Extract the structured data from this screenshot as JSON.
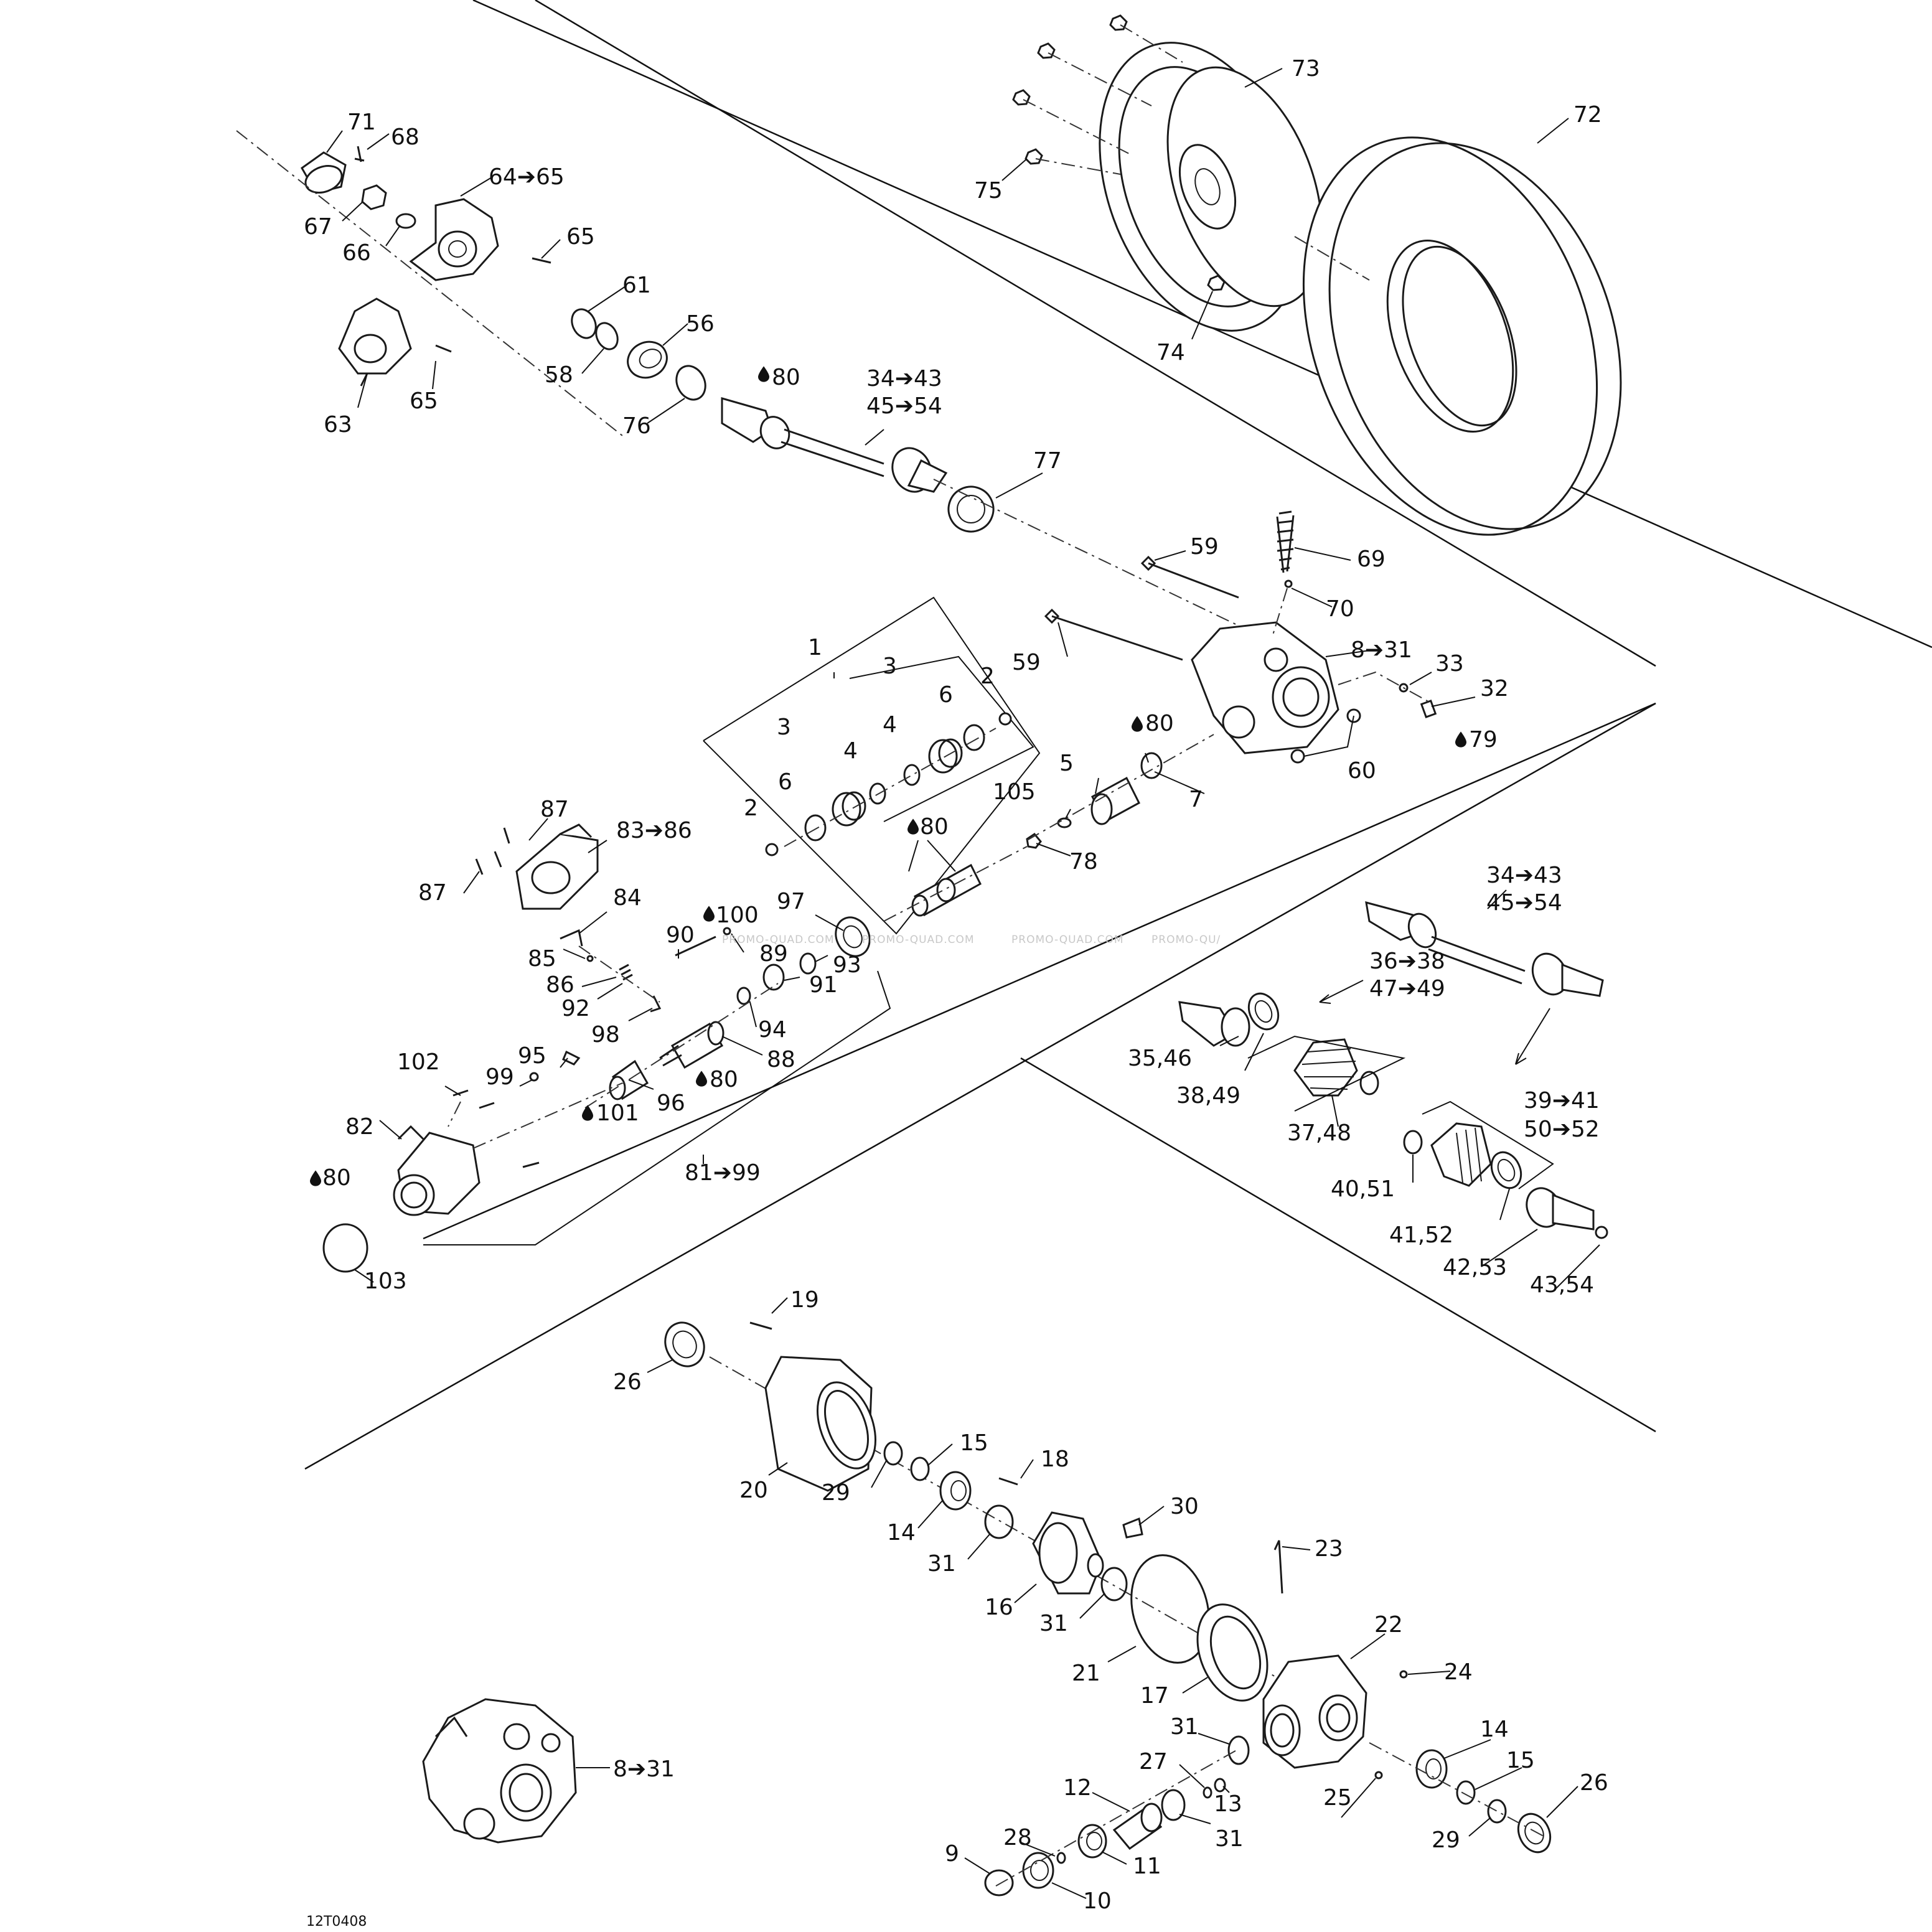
{
  "diagram_code": "12T0408",
  "watermark": [
    "PROMO-QUAD.COM",
    "PROMO-QUAD.COM",
    "PROMO-QUAD.COM",
    "PROMO-QU/"
  ],
  "callouts": {
    "c71": "71",
    "c68": "68",
    "c64_65": "64➔65",
    "c67": "67",
    "c66": "66",
    "c65a": "65",
    "c61": "61",
    "c56": "56",
    "c58": "58",
    "c65b": "65",
    "c63": "63",
    "c76": "76",
    "c80a": "80",
    "c34_43a": "34➔43",
    "c45_54a": "45➔54",
    "c77": "77",
    "c73": "73",
    "c72": "72",
    "c75": "75",
    "c74": "74",
    "c59a": "59",
    "c69": "69",
    "c70": "70",
    "c59b": "59",
    "c8_31a": "8➔31",
    "c33": "33",
    "c32": "32",
    "c79": "79",
    "c80b": "80",
    "c60": "60",
    "c7": "7",
    "c1": "1",
    "c3a": "3",
    "c2a": "2",
    "c6a": "6",
    "c3b": "3",
    "c4a": "4",
    "c4b": "4",
    "c6b": "6",
    "c2b": "2",
    "c5": "5",
    "c105": "105",
    "c78": "78",
    "c80c": "80",
    "c97": "97",
    "c87a": "87",
    "c83_86": "83➔86",
    "c87b": "87",
    "c84": "84",
    "c100": "100",
    "c90": "90",
    "c89": "89",
    "c85": "85",
    "c86": "86",
    "c92": "92",
    "c98": "98",
    "c93": "93",
    "c91": "91",
    "c94": "94",
    "c88": "88",
    "c80d": "80",
    "c102": "102",
    "c95": "95",
    "c99": "99",
    "c101": "101",
    "c96": "96",
    "c82": "82",
    "c81_99": "81➔99",
    "c80e": "80",
    "c103": "103",
    "c34_43b": "34➔43",
    "c45_54b": "45➔54",
    "c36_38": "36➔38",
    "c47_49": "47➔49",
    "c35_46": "35,46",
    "c38_49": "38,49",
    "c37_48": "37,48",
    "c39_41": "39➔41",
    "c50_52": "50➔52",
    "c40_51": "40,51",
    "c41_52": "41,52",
    "c42_53": "42,53",
    "c43_54": "43,54",
    "c19": "19",
    "c26a": "26",
    "c15a": "15",
    "c18": "18",
    "c20": "20",
    "c29a": "29",
    "c14a": "14",
    "c30": "30",
    "c31a": "31",
    "c23": "23",
    "c16": "16",
    "c31b": "31",
    "c22": "22",
    "c21": "21",
    "c17": "17",
    "c24": "24",
    "c31c": "31",
    "c14b": "14",
    "c27": "27",
    "c15b": "15",
    "c12": "12",
    "c13": "13",
    "c25": "25",
    "c26b": "26",
    "c28": "28",
    "c31d": "31",
    "c29b": "29",
    "c9": "9",
    "c11": "11",
    "c10": "10",
    "c8_31b": "8➔31"
  },
  "icons": [
    "oil-drop-icon"
  ]
}
